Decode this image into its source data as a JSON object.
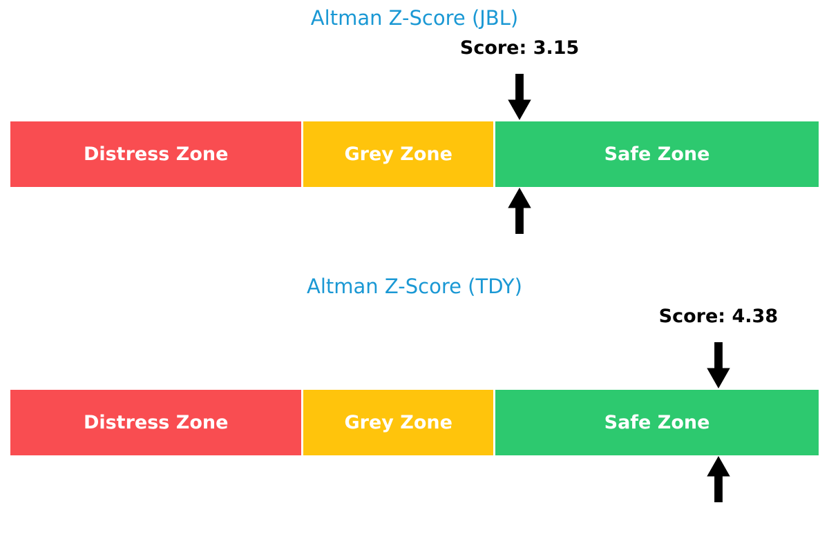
{
  "page": {
    "background": "#ffffff"
  },
  "colors": {
    "title_accent": "#1A98D4",
    "distress_zone": "#F94D51",
    "grey_zone": "#FFC40C",
    "safe_zone": "#2DC96F",
    "arrow": "#000000",
    "zone_label_text": "#ffffff",
    "score_text": "#000000"
  },
  "chart_data": [
    {
      "type": "bar",
      "subtype": "zone-indicator",
      "title": "Altman Z-Score (JBL)",
      "score": 3.15,
      "score_label": "Score: 3.15",
      "axis_range": [
        0,
        5
      ],
      "legend_position": "none",
      "grid": false,
      "zones": [
        {
          "label": "Distress Zone",
          "range": [
            0,
            1.81
          ],
          "color": "#F94D51"
        },
        {
          "label": "Grey Zone",
          "range": [
            1.81,
            2.99
          ],
          "color": "#FFC40C"
        },
        {
          "label": "Safe Zone",
          "range": [
            2.99,
            5
          ],
          "color": "#2DC96F"
        }
      ]
    },
    {
      "type": "bar",
      "subtype": "zone-indicator",
      "title": "Altman Z-Score (TDY)",
      "score": 4.38,
      "score_label": "Score: 4.38",
      "axis_range": [
        0,
        5
      ],
      "legend_position": "none",
      "grid": false,
      "zones": [
        {
          "label": "Distress Zone",
          "range": [
            0,
            1.81
          ],
          "color": "#F94D51"
        },
        {
          "label": "Grey Zone",
          "range": [
            1.81,
            2.99
          ],
          "color": "#FFC40C"
        },
        {
          "label": "Safe Zone",
          "range": [
            2.99,
            5
          ],
          "color": "#2DC96F"
        }
      ]
    }
  ]
}
